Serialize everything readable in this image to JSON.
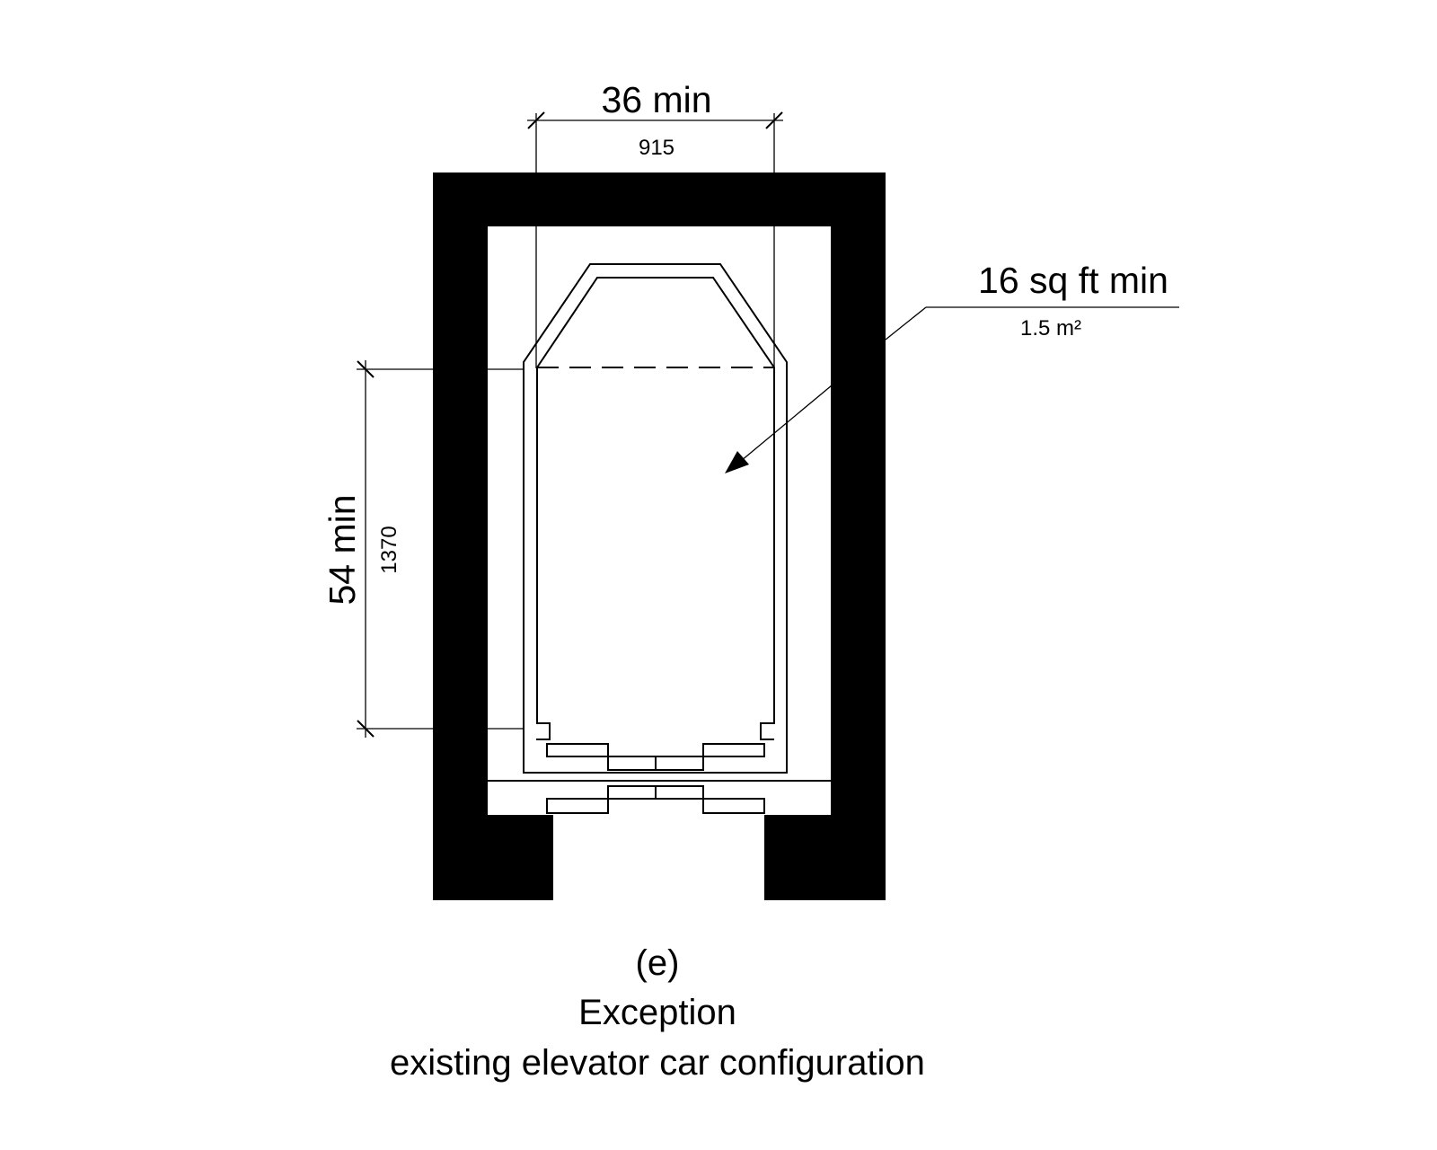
{
  "dimensions": {
    "width": {
      "label": "36 min",
      "metric": "915"
    },
    "depth": {
      "label": "54 min",
      "metric": "1370"
    },
    "area": {
      "label": "16 sq ft min",
      "metric": "1.5 m²"
    }
  },
  "caption": {
    "letter": "(e)",
    "title": "Exception",
    "subtitle": "existing elevator car configuration"
  },
  "colors": {
    "ink": "#000000",
    "background": "#ffffff"
  }
}
